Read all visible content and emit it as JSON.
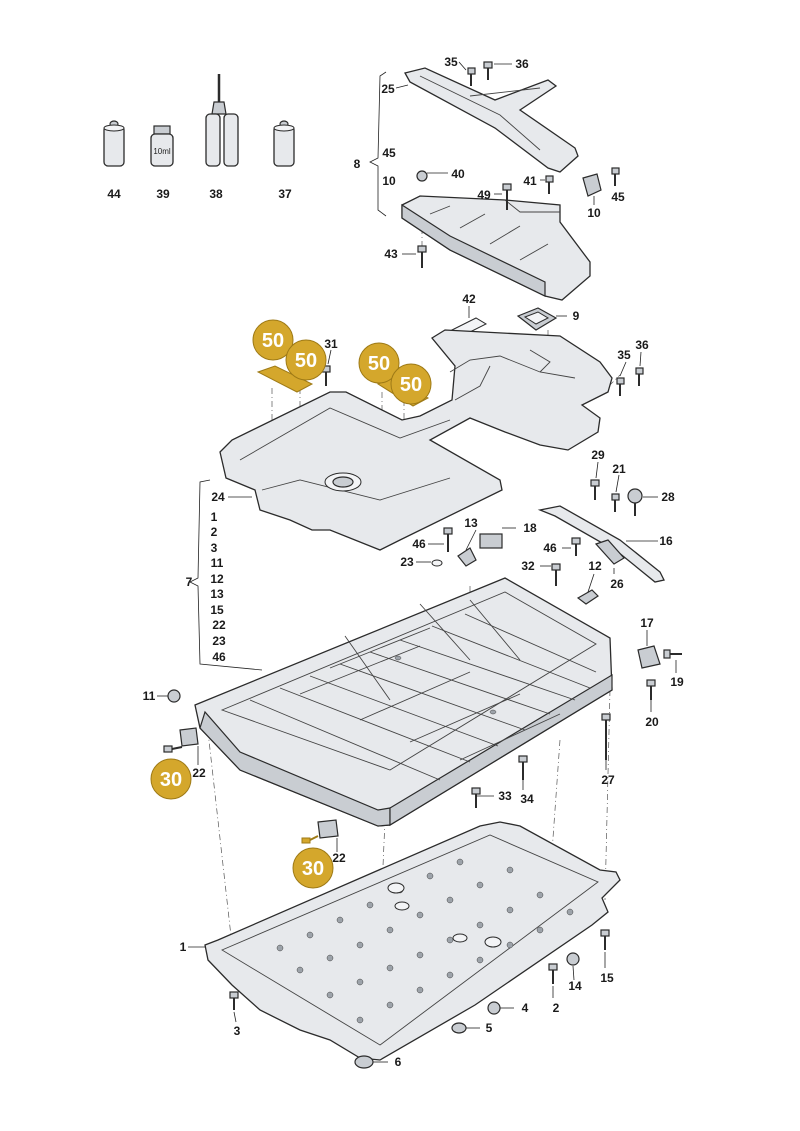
{
  "labels": {
    "l44": "44",
    "l39": "39",
    "l38": "38",
    "l37": "37",
    "vial": "10ml",
    "l35a": "35",
    "l36a": "36",
    "l25": "25",
    "l8": "8",
    "l45a": "45",
    "l10a": "10",
    "l40": "40",
    "l41": "41",
    "l45b": "45",
    "l49": "49",
    "l10b": "10",
    "l43": "43",
    "l42": "42",
    "l9": "9",
    "l31": "31",
    "l35b": "35",
    "l36b": "36",
    "l29": "29",
    "l21": "21",
    "l28": "28",
    "l24": "24",
    "g1": "1",
    "g2": "2",
    "g3": "3",
    "g11": "11",
    "g12": "12",
    "g13": "13",
    "g15": "15",
    "g22": "22",
    "g23": "23",
    "g46": "46",
    "l7": "7",
    "l13": "13",
    "l18": "18",
    "l46a": "46",
    "l46b": "46",
    "l23": "23",
    "l16": "16",
    "l32": "32",
    "l12": "12",
    "l26": "26",
    "l17": "17",
    "l19": "19",
    "l20": "20",
    "l11": "11",
    "l22a": "22",
    "l27": "27",
    "l33": "33",
    "l34": "34",
    "l22b": "22",
    "l1": "1",
    "l3": "3",
    "l4": "4",
    "l5": "5",
    "l6": "6",
    "l2": "2",
    "l14": "14",
    "l15": "15"
  },
  "badges": {
    "b50a": "50",
    "b50b": "50",
    "b50c": "50",
    "b50d": "50",
    "b30a": "30",
    "b30b": "30"
  },
  "colors": {
    "badge": "#d4a72c",
    "part": "#e7e9ec",
    "line": "#2b2b2b"
  }
}
